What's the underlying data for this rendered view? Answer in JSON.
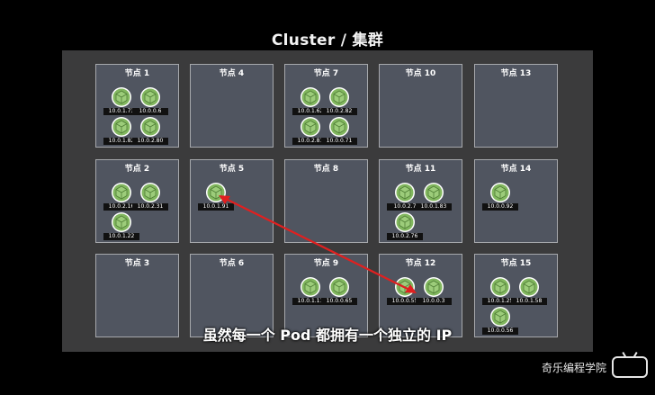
{
  "title": "Cluster / 集群",
  "subtitle": "虽然每一个 Pod 都拥有一个独立的 IP",
  "watermark": "奇乐编程学院",
  "colors": {
    "pod_green": "#82b75f",
    "pod_ring": "#ffffff",
    "arrow": "#e02020",
    "node_bg": "#505560"
  },
  "nodes": [
    {
      "label": "节点 1",
      "pods": [
        "10.0.1.73",
        "10.0.0.6",
        "10.0.1.82",
        "10.0.2.80"
      ]
    },
    {
      "label": "节点 4",
      "pods": []
    },
    {
      "label": "节点 7",
      "pods": [
        "10.0.1.62",
        "10.0.2.82",
        "10.0.2.81",
        "10.0.0.71"
      ]
    },
    {
      "label": "节点 10",
      "pods": []
    },
    {
      "label": "节点 13",
      "pods": []
    },
    {
      "label": "节点 2",
      "pods": [
        "10.0.2.16",
        "10.0.2.31",
        "10.0.1.22"
      ]
    },
    {
      "label": "节点 5",
      "pods": [
        "10.0.1.91"
      ]
    },
    {
      "label": "节点 8",
      "pods": []
    },
    {
      "label": "节点 11",
      "pods": [
        "10.0.2.7",
        "10.0.1.83",
        "10.0.2.76"
      ]
    },
    {
      "label": "节点 14",
      "pods": [
        "10.0.0.92"
      ]
    },
    {
      "label": "节点 3",
      "pods": []
    },
    {
      "label": "节点 6",
      "pods": []
    },
    {
      "label": "节点 9",
      "pods": [
        "10.0.1.11",
        "10.0.0.65"
      ]
    },
    {
      "label": "节点 12",
      "pods": [
        "10.0.0.55",
        "10.0.0.3"
      ]
    },
    {
      "label": "节点 15",
      "pods": [
        "10.0.1.25",
        "10.0.1.58",
        "10.0.0.56"
      ]
    }
  ]
}
